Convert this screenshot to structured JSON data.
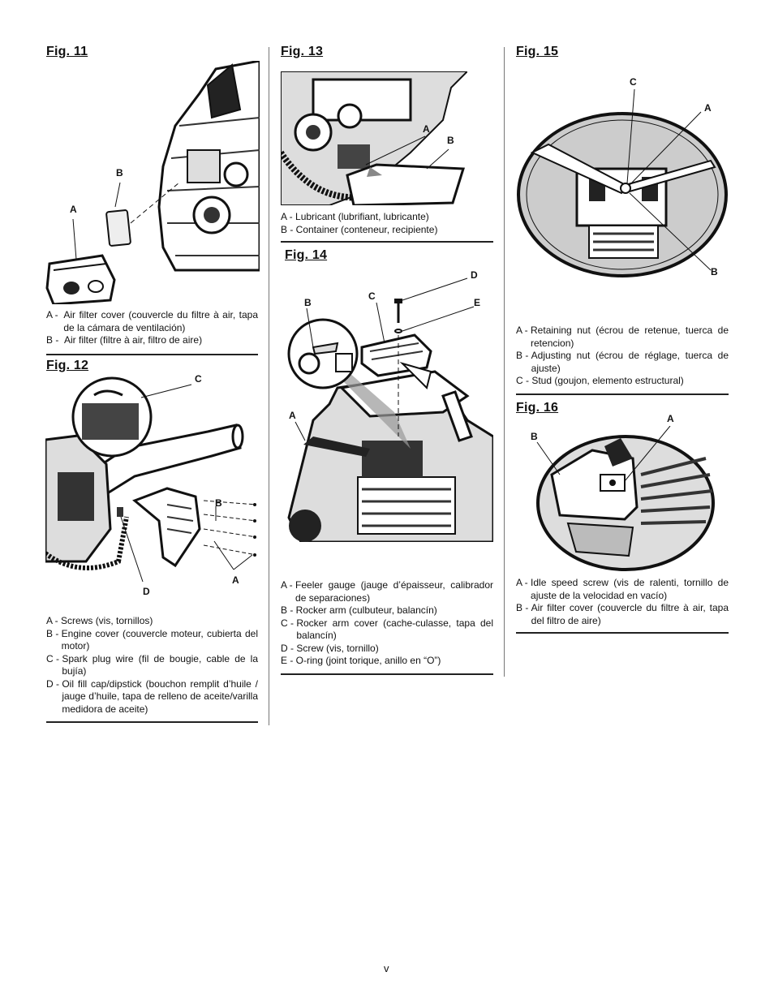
{
  "fig11": {
    "title": "Fig. 11",
    "callouts": {
      "a": "A",
      "b": "B"
    },
    "legend": [
      {
        "key": "A -  ",
        "text": "Air filter cover (couvercle du filtre à air, tapa de la cámara de ventilación)"
      },
      {
        "key": "B -  ",
        "text": "Air filter (filtre à air, filtro de aire)"
      }
    ]
  },
  "fig12": {
    "title": "Fig. 12",
    "callouts": {
      "a": "A",
      "b": "B",
      "c": "C",
      "d": "D"
    },
    "legend": [
      {
        "key": "A - ",
        "text": "Screws (vis, tornillos)"
      },
      {
        "key": "B - ",
        "text": "Engine cover (couvercle moteur, cubierta del motor)"
      },
      {
        "key": "C - ",
        "text": "Spark plug wire (fil de bougie, cable de la bujía)"
      },
      {
        "key": "D - ",
        "text": "Oil fill cap/dipstick (bouchon remplit d’huile / jauge d’huile, tapa de relleno de aceite/varilla medidora de aceite)"
      }
    ]
  },
  "fig13": {
    "title": "Fig. 13",
    "callouts": {
      "a": "A",
      "b": "B"
    },
    "legend": [
      {
        "key": "A - ",
        "text": "Lubricant (lubrifiant, lubricante)"
      },
      {
        "key": "B - ",
        "text": "Container (conteneur, recipiente)"
      }
    ]
  },
  "fig14": {
    "title": "Fig. 14",
    "callouts": {
      "a": "A",
      "b": "B",
      "c": "C",
      "d": "D",
      "e": "E"
    },
    "legend": [
      {
        "key": "A - ",
        "text": "Feeler gauge (jauge d’épaisseur, calibrador de separaciones)"
      },
      {
        "key": "B - ",
        "text": "Rocker arm (culbuteur, balancín)"
      },
      {
        "key": "C - ",
        "text": "Rocker arm cover (cache-culasse, tapa del balancín)"
      },
      {
        "key": "D - ",
        "text": "Screw (vis, tornillo)"
      },
      {
        "key": "E - ",
        "text": "O-ring (joint torique, anillo en “O”)"
      }
    ]
  },
  "fig15": {
    "title": "Fig. 15",
    "callouts": {
      "a": "A",
      "b": "B",
      "c": "C"
    },
    "legend": [
      {
        "key": "A - ",
        "text": "Retaining nut (écrou de retenue, tuerca de retencion)"
      },
      {
        "key": "B - ",
        "text": "Adjusting nut (écrou de réglage, tuerca de ajuste)"
      },
      {
        "key": "C - ",
        "text": "Stud (goujon, elemento estructural)"
      }
    ]
  },
  "fig16": {
    "title": "Fig. 16",
    "callouts": {
      "a": "A",
      "b": "B"
    },
    "legend": [
      {
        "key": "A - ",
        "text": "Idle speed screw (vis de  ralenti, tornillo de ajuste de la velocidad en vacío)"
      },
      {
        "key": "B - ",
        "text": "Air filter cover (couvercle du filtre  à air, tapa del filtro de aire)"
      }
    ]
  },
  "page_number": "v"
}
